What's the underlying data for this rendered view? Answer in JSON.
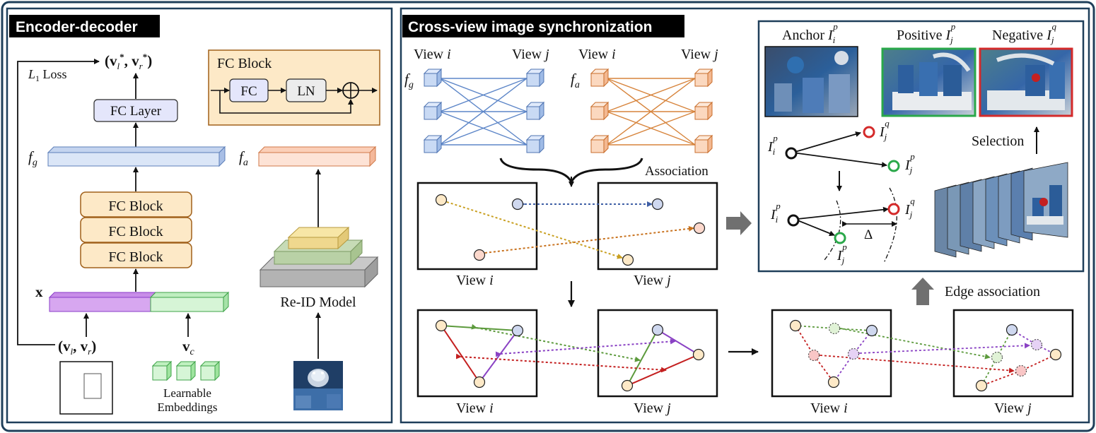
{
  "left_panel": {
    "title": "Encoder-decoder",
    "output_label": "(v*l, v*r)",
    "loss_label": "L1 Loss",
    "fc_layer_label": "FC Layer",
    "fg_label": "fg",
    "fc_blocks": [
      "FC Block",
      "FC Block",
      "FC Block"
    ],
    "x_label": "x",
    "input_label": "(vl, vr)",
    "vc_label": "vc",
    "learnable_line1": "Learnable",
    "learnable_line2": "Embeddings",
    "fc_detail_title": "FC Block",
    "fc_detail_fc": "FC",
    "fc_detail_ln": "LN",
    "fa_label": "fa",
    "reid_label": "Re-ID Model"
  },
  "right_panel": {
    "title": "Cross-view image synchronization",
    "view_i": "View i",
    "view_j": "View j",
    "fg_label": "fg",
    "fa_label": "fa",
    "association_label": "Association",
    "edge_association_label": "Edge association",
    "anchor_label": "Anchor",
    "positive_label": "Positive",
    "negative_label": "Negative",
    "selection_label": "Selection",
    "delta_label": "Δ"
  },
  "colors": {
    "border": "#1f3f5a",
    "title_bg": "#000000",
    "fc_block_fill": "#fde9c7",
    "fc_block_stroke": "#a0601a",
    "fc_layer_fill": "#e4e6fb",
    "fg_fill": "#dbe6f7",
    "fa_fill": "#fde3d6",
    "x_fill": "#d7a7f0",
    "vc_fill": "#d6f5d6",
    "blue_cube": "#a8c4ee",
    "orange_cube": "#f8c49c",
    "green_cube": "#9ee39e",
    "positive_green": "#2aa84a",
    "negative_red": "#d42a2a"
  }
}
